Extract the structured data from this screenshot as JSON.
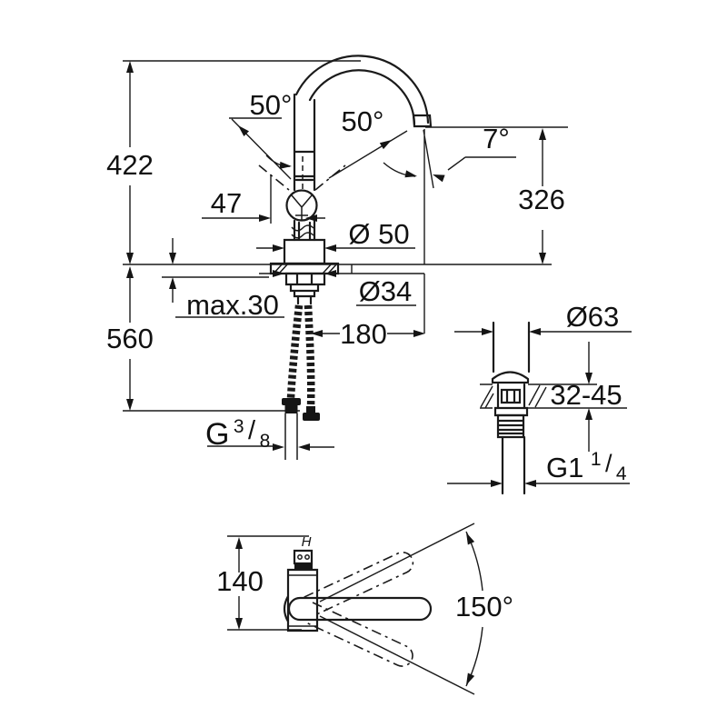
{
  "drawing": {
    "kind": "faucet-technical-dimension-drawing",
    "line_color": "#1a1a1a",
    "background": "#ffffff"
  },
  "labels": {
    "main": {
      "total_height": "422",
      "lever_angle_left": "50°",
      "lever_angle_right": "50°",
      "spray_angle": "7°",
      "outlet_height": "326",
      "lever_offset": "47",
      "body_diameter": "Ø 50",
      "shank_diameter": "Ø34",
      "deck_thickness_max": "max.30",
      "hose_drop": "560",
      "spout_reach": "180",
      "supply_thread": {
        "g": "G",
        "num": "3",
        "slash": "/",
        "den": "8"
      }
    },
    "drain": {
      "flange_diameter": "Ø63",
      "deck_thickness_range": "32-45",
      "waste_thread": {
        "g": "G1",
        "num": "1",
        "slash": "/",
        "den": "4"
      }
    },
    "top": {
      "body_depth": "140",
      "swivel_angle": "150°",
      "handle_mark": "H"
    }
  }
}
